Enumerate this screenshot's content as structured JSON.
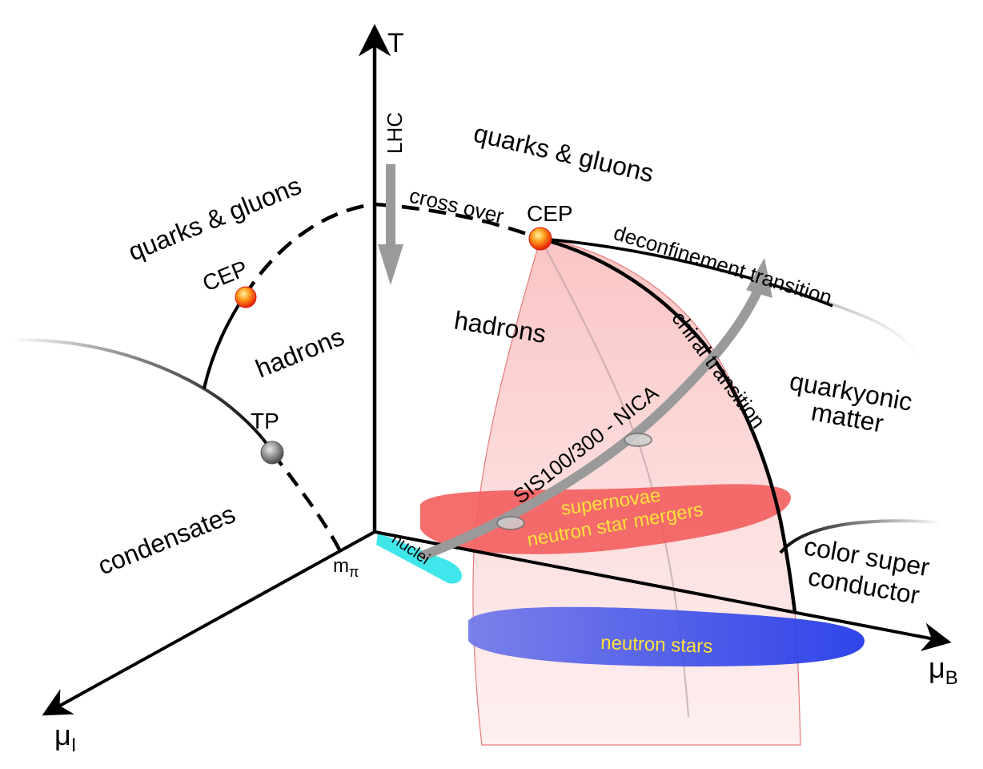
{
  "axes": {
    "t": "T",
    "mu_b": "μ",
    "mu_b_sub": "B",
    "mu_i": "μ",
    "mu_i_sub": "I",
    "m_pi": "m",
    "m_pi_sub": "π"
  },
  "labels": {
    "quarks_gluons_left": "quarks & gluons",
    "quarks_gluons_right": "quarks & gluons",
    "hadrons_left": "hadrons",
    "hadrons_right": "hadrons",
    "condensates": "condensates",
    "cep_left": "CEP",
    "cep_right": "CEP",
    "tp": "TP",
    "lhc": "LHC",
    "cross_over": "cross over",
    "deconfinement": "deconfinement transition",
    "chiral": "chiral transition",
    "quarkyonic_1": "quarkyonic",
    "quarkyonic_2": "matter",
    "color_super_1": "color super",
    "color_super_2": "conductor",
    "sis": "SIS100/300 - NICA",
    "supernovae": "supernovae",
    "mergers": "neutron star mergers",
    "neutron_stars": "neutron stars",
    "nuclei": "nuclei"
  },
  "colors": {
    "cep_fill": "#ff5a10",
    "tp_fill": "#8a8a8a",
    "red_band": "#f25a5a",
    "blue_band": "#2d3fe6",
    "nuclei": "#3fe6ea",
    "arrow_gray": "#9a9a9a",
    "highlight_text": "#ffe23a"
  }
}
